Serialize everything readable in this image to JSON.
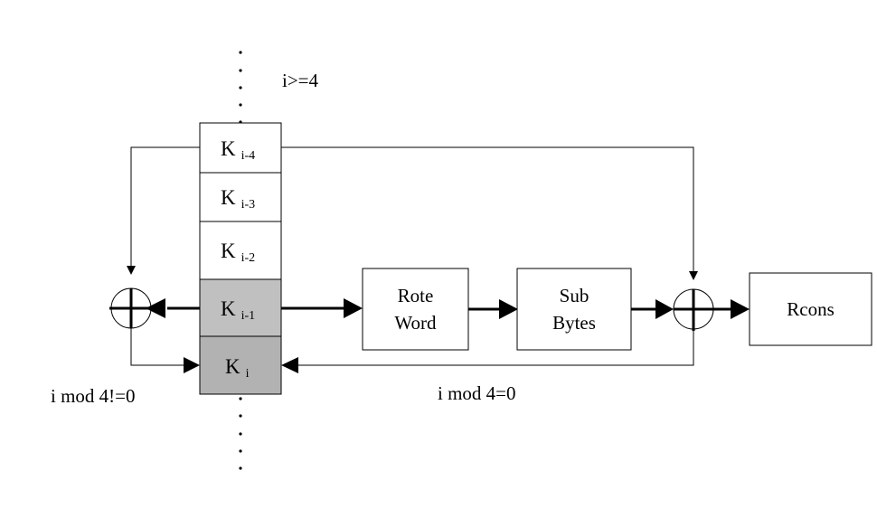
{
  "diagram": {
    "condition_top": "i>=4",
    "condition_left": "i mod 4!=0",
    "condition_right": "i mod 4=0",
    "registers": [
      {
        "base": "K",
        "sub": "i-4",
        "fill": "#ffffff"
      },
      {
        "base": "K",
        "sub": "i-3",
        "fill": "#ffffff"
      },
      {
        "base": "K",
        "sub": "i-2",
        "fill": "#ffffff"
      },
      {
        "base": "K",
        "sub": "i-1",
        "fill": "#c0c0c0"
      },
      {
        "base": "K",
        "sub": "i",
        "fill": "#b2b2b2"
      }
    ],
    "blocks": {
      "rote_word": [
        "Rote",
        "Word"
      ],
      "sub_bytes": [
        "Sub",
        "Bytes"
      ],
      "rcons": "Rcons"
    }
  }
}
